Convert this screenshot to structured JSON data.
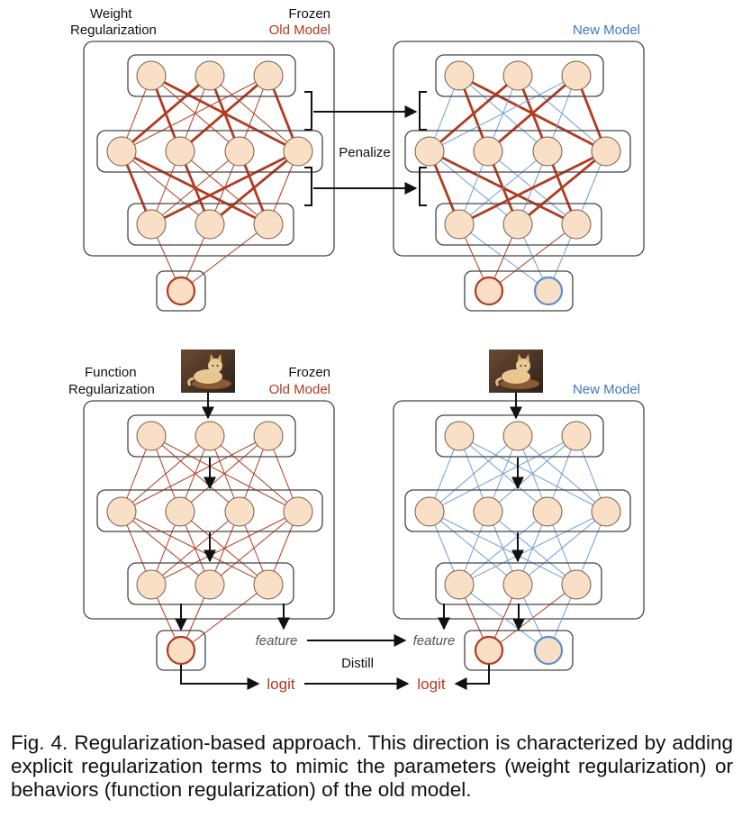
{
  "labels": {
    "weight_reg_line1": "Weight",
    "weight_reg_line2": "Regularization",
    "function_reg_line1": "Function",
    "function_reg_line2": "Regularization",
    "frozen": "Frozen",
    "old_model": "Old Model",
    "new_model": "New Model",
    "penalize": "Penalize",
    "feature": "feature",
    "distill": "Distill",
    "logit": "logit"
  },
  "caption": "Fig. 4. Regularization-based approach. This direction is characterized by adding explicit regularization terms to mimic the parameters (weight regularization) or behaviors (function regularization) of the old model.",
  "colors": {
    "node_fill": "#f8dfc5",
    "old_edge": "#b23a20",
    "new_edge": "#6f9fd2",
    "box_stroke": "#444444",
    "red_text": "#b23a20",
    "blue_text": "#3d78c0"
  },
  "icons": [
    "cat-photo-icon"
  ]
}
